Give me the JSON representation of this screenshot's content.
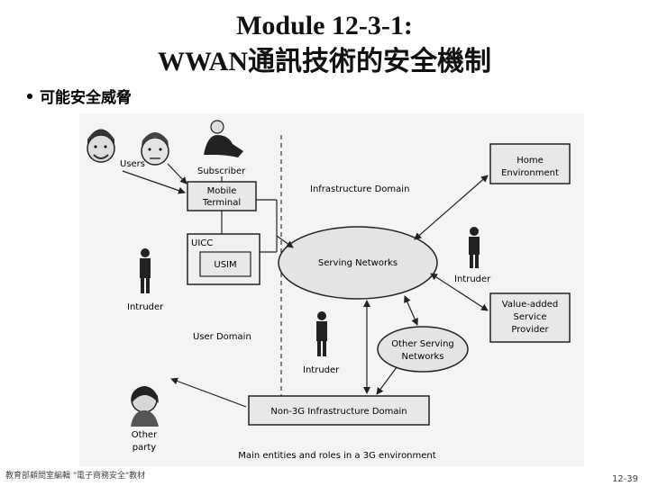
{
  "title_line1": "Module 12-3-1:",
  "title_line2": "WWAN通訊技術的安全機制",
  "bullet": "可能安全威脅",
  "diagram": {
    "users": "Users",
    "subscriber": "Subscriber",
    "mobile_terminal_1": "Mobile",
    "mobile_terminal_2": "Terminal",
    "uicc": "UICC",
    "usim": "USIM",
    "infrastructure_domain": "Infrastructure Domain",
    "home_env_1": "Home",
    "home_env_2": "Environment",
    "serving_networks": "Serving Networks",
    "intruder_right": "Intruder",
    "intruder_left": "Intruder",
    "intruder_center": "Intruder",
    "user_domain": "User Domain",
    "vas_1": "Value-added",
    "vas_2": "Service",
    "vas_3": "Provider",
    "other_serving_1": "Other Serving",
    "other_serving_2": "Networks",
    "non3g": "Non-3G Infrastructure Domain",
    "other_party_1": "Other",
    "other_party_2": "party",
    "caption": "Main entities and roles in a 3G environment"
  },
  "footer_left": "教育部顧問室編輯 \"電子商務安全\"教材",
  "footer_right": "12-39"
}
